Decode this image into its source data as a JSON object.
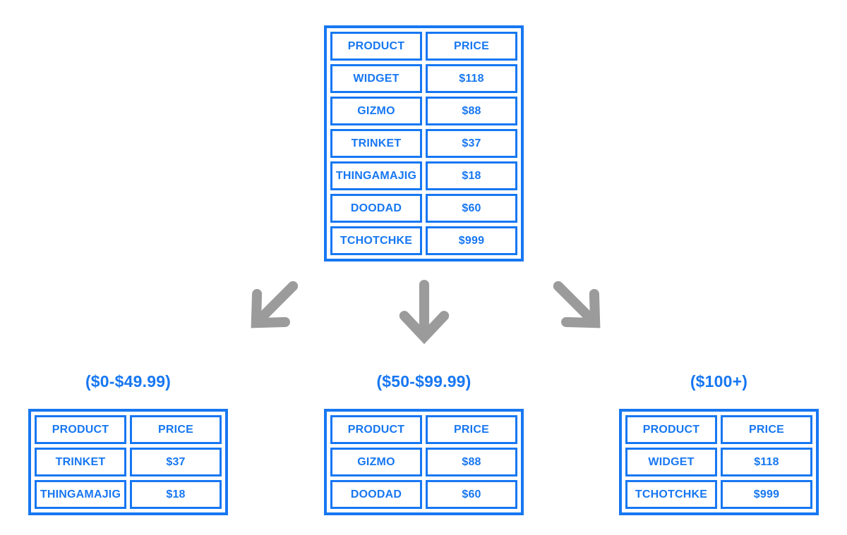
{
  "colors": {
    "table_blue": "#1777f2",
    "arrow_gray": "#9b9b9b",
    "background": "#ffffff"
  },
  "main_table": {
    "headers": [
      "PRODUCT",
      "PRICE"
    ],
    "rows": [
      [
        "WIDGET",
        "$118"
      ],
      [
        "GIZMO",
        "$88"
      ],
      [
        "TRINKET",
        "$37"
      ],
      [
        "THINGAMAJIG",
        "$18"
      ],
      [
        "DOODAD",
        "$60"
      ],
      [
        "TCHOTCHKE",
        "$999"
      ]
    ]
  },
  "buckets": [
    {
      "label": "($0-$49.99)",
      "headers": [
        "PRODUCT",
        "PRICE"
      ],
      "rows": [
        [
          "TRINKET",
          "$37"
        ],
        [
          "THINGAMAJIG",
          "$18"
        ]
      ]
    },
    {
      "label": "($50-$99.99)",
      "headers": [
        "PRODUCT",
        "PRICE"
      ],
      "rows": [
        [
          "GIZMO",
          "$88"
        ],
        [
          "DOODAD",
          "$60"
        ]
      ]
    },
    {
      "label": "($100+)",
      "headers": [
        "PRODUCT",
        "PRICE"
      ],
      "rows": [
        [
          "WIDGET",
          "$118"
        ],
        [
          "TCHOTCHKE",
          "$999"
        ]
      ]
    }
  ],
  "arrows": [
    "arrow-down-left",
    "arrow-down",
    "arrow-down-right"
  ]
}
